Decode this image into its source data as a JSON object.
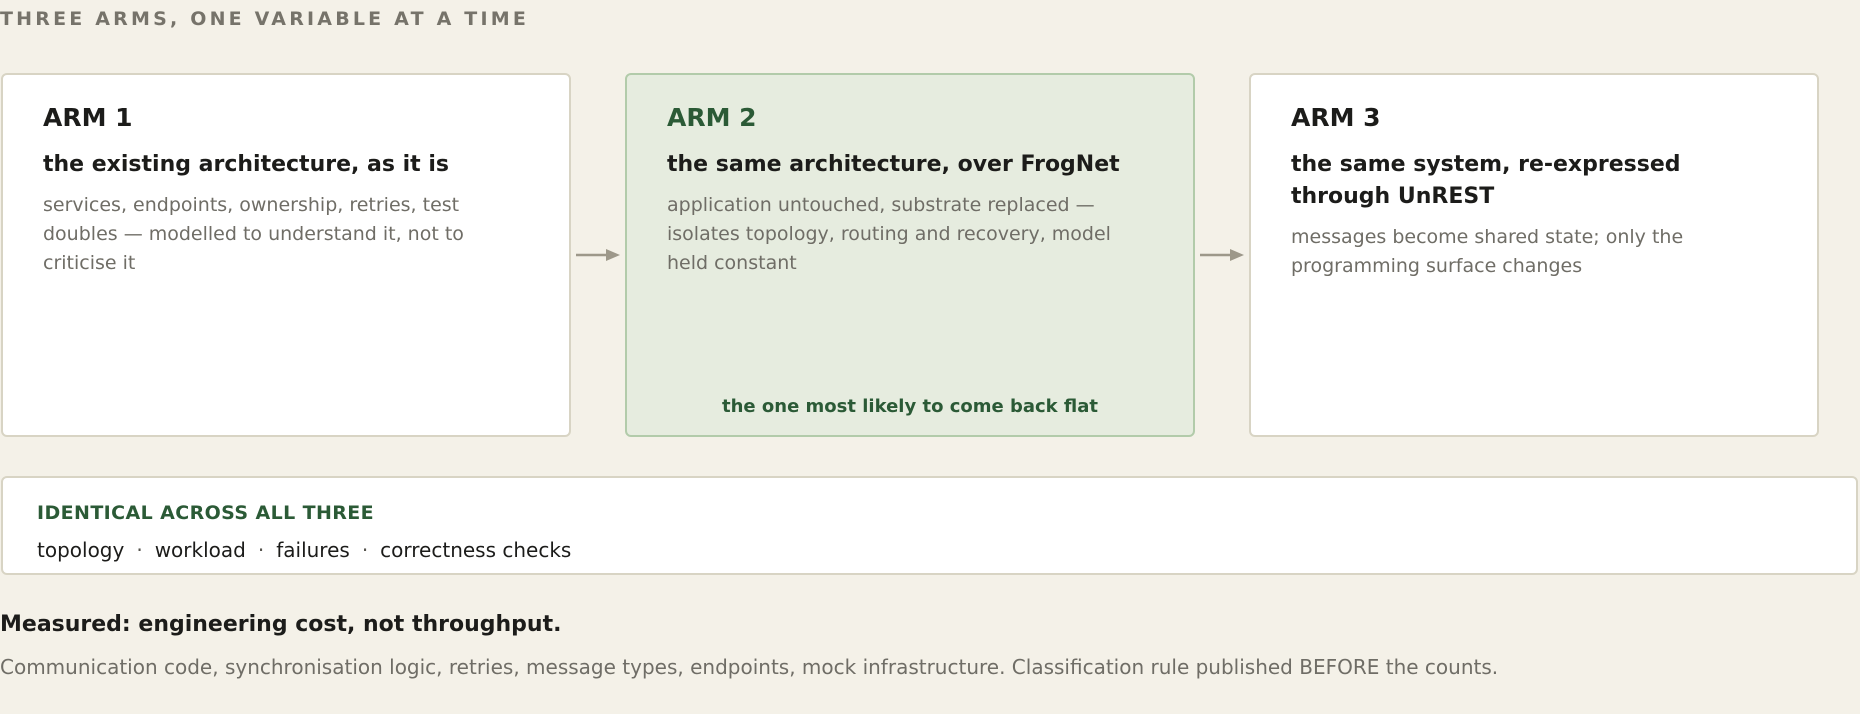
{
  "kicker": "THREE ARMS, ONE VARIABLE AT A TIME",
  "arms": [
    {
      "label": "ARM 1",
      "title": "the existing architecture, as it is",
      "description": "services, endpoints, ownership, retries, test doubles — modelled to understand it, not to criticise it",
      "note": ""
    },
    {
      "label": "ARM 2",
      "title": "the same architecture, over FrogNet",
      "description": "application untouched, substrate replaced — isolates topology, routing and recovery, model held constant",
      "note": "the one most likely to come back flat"
    },
    {
      "label": "ARM 3",
      "title": "the same system, re-expressed through UnREST",
      "description": "messages become shared state; only the programming surface changes",
      "note": ""
    }
  ],
  "identical": {
    "title": "IDENTICAL ACROSS ALL THREE",
    "items": [
      "topology",
      "workload",
      "failures",
      "correctness checks"
    ],
    "separator": "·"
  },
  "measured": {
    "title": "Measured: engineering cost, not throughput.",
    "description": "Communication code, synchronisation logic, retries, message types, endpoints, mock infrastructure. Classification rule published BEFORE the counts."
  },
  "colors": {
    "background": "#f4f1e8",
    "accent_green": "#2b5a36",
    "highlight_fill": "#e6ecdf",
    "arrow": "#9d988a"
  }
}
